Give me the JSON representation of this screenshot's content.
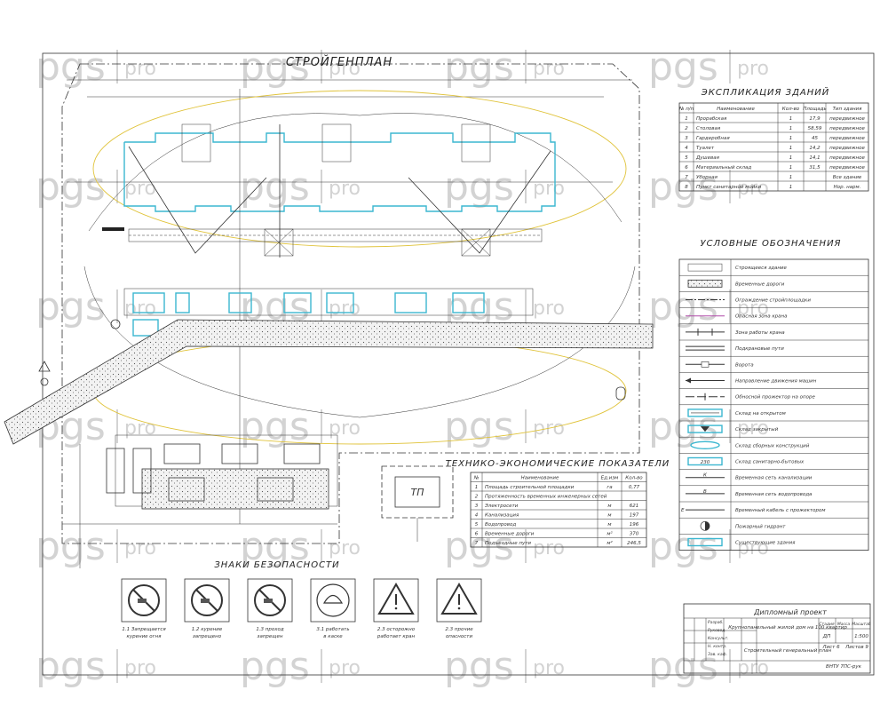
{
  "watermark": {
    "brand": "pgs",
    "suffix": "pro"
  },
  "plan": {
    "title": "СТРОЙГЕНПЛАН",
    "tp_label": "ТП"
  },
  "explication": {
    "title": "ЭКСПЛИКАЦИЯ ЗДАНИЙ",
    "headers": [
      "№ п/п",
      "Наименование",
      "Кол-во",
      "Площадь",
      "Тип здания"
    ],
    "rows": [
      [
        "1",
        "Прорабская",
        "1",
        "17,9",
        "передвижное"
      ],
      [
        "2",
        "Столовая",
        "1",
        "58,59",
        "передвижное"
      ],
      [
        "3",
        "Гардеробная",
        "1",
        "45",
        "передвижное"
      ],
      [
        "4",
        "Туалет",
        "1",
        "14,2",
        "передвижное"
      ],
      [
        "5",
        "Душевая",
        "1",
        "14,1",
        "передвижное"
      ],
      [
        "6",
        "Материальный склад",
        "1",
        "31,5",
        "передвижное"
      ],
      [
        "7",
        "Уборная",
        "1",
        "",
        "Все здание"
      ],
      [
        "8",
        "Пункт санитарной мойки",
        "1",
        "",
        "Нор. нарм."
      ]
    ]
  },
  "legend": {
    "title": "УСЛОВНЫЕ ОБОЗНАЧЕНИЯ",
    "items": [
      "Строящееся здание",
      "Временные дороги",
      "Ограждение стройплощадки",
      "Опасная зона крана",
      "Зона работы крана",
      "Подкрановые пути",
      "Ворота",
      "Направление движения машин",
      "Обносной прожектор на опоре",
      "Склад на открытом",
      "Склад закрытый",
      "Склад сборных конструкций",
      "Склад санитарно-бытовых",
      "Временная сеть канализации",
      "Временная сеть водопровода",
      "Временный кабель с прожектором",
      "Пожарный гидрант",
      "Существующие здания"
    ]
  },
  "tep": {
    "title": "ТЕХНИКО-ЭКОНОМИЧЕСКИЕ ПОКАЗАТЕЛИ",
    "headers": [
      "№",
      "Наименование",
      "Ед.изм",
      "Кол-во"
    ],
    "rows": [
      [
        "1",
        "Площадь строительной площадки",
        "га",
        "0,77"
      ],
      [
        "2",
        "Протяженность временных инженерных сетей",
        "",
        ""
      ],
      [
        "3",
        "Электросети",
        "м",
        "621"
      ],
      [
        "4",
        "Канализация",
        "м",
        "197"
      ],
      [
        "5",
        "Водопровод",
        "м",
        "196"
      ],
      [
        "6",
        "Временные дороги",
        "м²",
        "370"
      ],
      [
        "7",
        "Подъездные пути",
        "м²",
        "246,5"
      ]
    ]
  },
  "signs": {
    "title": "ЗНАКИ БЕЗОПАСНОСТИ",
    "items": [
      {
        "caption": "1.1 Запрещается курение огня",
        "shape": "prohibition",
        "icon": "no-smoking-icon"
      },
      {
        "caption": "1.2 курение запрещено",
        "shape": "prohibition",
        "icon": "no-open-fire-icon"
      },
      {
        "caption": "1.3 проход запрещен",
        "shape": "prohibition",
        "icon": "no-entry-person-icon"
      },
      {
        "caption": "3.1 работать в каске",
        "shape": "square",
        "icon": "hard-hat-icon"
      },
      {
        "caption": "2.3 осторожно работает кран",
        "shape": "warning",
        "icon": "crane-warning-icon"
      },
      {
        "caption": "2.3 прочие опасности",
        "shape": "warning",
        "icon": "general-danger-icon"
      }
    ]
  },
  "stamp": {
    "doc_type": "Дипломный проект",
    "object": "Крупнопанельный жилой дом на 100 квартир",
    "sheet_title": "Строительный генеральный план",
    "org": "ВНТУ 7ПС-рук",
    "col_headers": [
      "Стадия",
      "Масса",
      "Масштаб"
    ],
    "stage": "ДП",
    "scale": "1:500",
    "sheet": "Лист 6",
    "sheets": "Листов 9",
    "people": [
      "Разраб.",
      "Руковод.",
      "Консульт.",
      "Н. контр.",
      "Зав. каф."
    ]
  },
  "colors": {
    "building_outline": "#3bb7d0",
    "crane_zone": "#e0c33a",
    "lines": "#333333",
    "watermark": "#d3d3d3"
  }
}
